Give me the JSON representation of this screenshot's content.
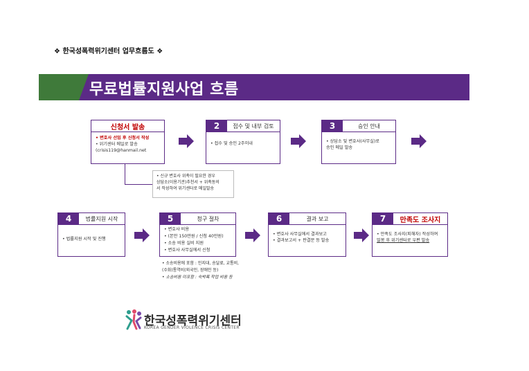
{
  "header": {
    "title": "❖  한국성폭력위기센터 업무흐름도  ❖"
  },
  "banner": {
    "title": "무료법률지원사업 흐름"
  },
  "steps": [
    {
      "label": "신청서 발송",
      "lines": [
        "• 변호사 선임 후 신청서 작성",
        "• 위기센터 메일로 발송",
        "  (crisis119@hanmail.net"
      ]
    },
    {
      "number": "2",
      "label": "접수 및 내부 검토",
      "lines": [
        "• 접수 및 승인 2주이내"
      ]
    },
    {
      "number": "3",
      "label": "승인 안내",
      "lines": [
        "• 상담소 및 변호사(사무실)로",
        "  승인 메일 발송"
      ]
    },
    {
      "number": "4",
      "label": "법률지원 시작",
      "lines": [
        "• 법률지원 시작 및 진행"
      ]
    },
    {
      "number": "5",
      "label": "청구 절차",
      "lines": [
        "• 변호사 비용",
        "• (본안 150만원 / 신청 40만원)",
        "• 소송 비용 실비 지원",
        "• 변호사 사무실에서 신청"
      ]
    },
    {
      "number": "6",
      "label": "결과 보고",
      "lines": [
        "• 변호사 사무실에서 결과보고",
        "• 결과보고서 + 판결문 등 발송"
      ]
    },
    {
      "number": "7",
      "label": "만족도 조사지",
      "lines": [
        "• 만족도 조사지(피해자) 작성하여",
        "  밀봉 후 위기센터로 우편 발송"
      ]
    }
  ],
  "note_box": {
    "lines": [
      "• 신규 변호사 위촉이 필요한 경우",
      "  상담소(이용기관)추천서 + 위촉동의",
      "  서 작성하여 위기센터로 메일발송"
    ]
  },
  "cost_note": {
    "lines": [
      "• 소송비용에 포함 : 인지대, 송달료, 교통비,",
      "  (수화)통역비(외국인, 장애인 등)",
      "• 소송비용 미포함 : 숙박록 작업 비용 등"
    ]
  },
  "logo": {
    "name_ko": "한국성폭력위기센터",
    "name_en": "KOREA GENDER VIOLENCE CRISIS CENTER"
  },
  "colors": {
    "primary": "#5b2a86",
    "accent_green": "#3f7a3a",
    "highlight_red": "#c00000"
  }
}
